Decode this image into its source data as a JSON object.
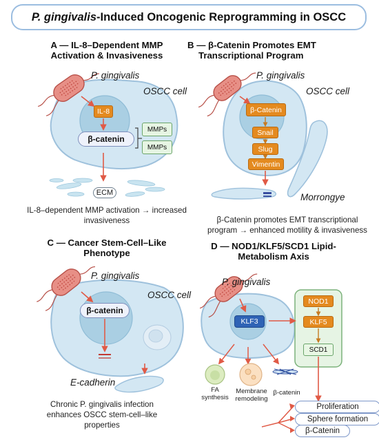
{
  "title": {
    "italic": "P. gingivalis",
    "rest": "-Induced Oncogenic Reprogramming in OSCC"
  },
  "panel_a": {
    "heading_line1": "A — IL-8–Dependent MMP",
    "heading_line2": "Activation & Invasiveness",
    "pathogen_label": "P. gingivalis",
    "cell_label": "OSCC cell",
    "il8": "IL-8",
    "beta_catenin": "β-catenin",
    "mmp_1": "MMPs",
    "mmp_2": "MMPs",
    "ecm": "ECM",
    "caption_line1": "IL-8–dependent MMP activation → increased",
    "caption_line2": "invasiveness"
  },
  "panel_b": {
    "heading_line1": "B — β-Catenin Promotes EMT",
    "heading_line2": "Transcriptional Program",
    "pathogen_label": "P. gingivalis",
    "cell_label": "OSCC cell",
    "beta_catenin": "β-Catenin",
    "snail": "Snail",
    "slug": "Slug",
    "vimentin": "Vimentin",
    "morph_label": "Morrongye",
    "caption_line1": "β-Catenin promotes EMT transcriptional",
    "caption_line2": "program → enhanced motility & invasiveness"
  },
  "panel_c": {
    "heading_line1": "C — Cancer Stem-Cell–Like",
    "heading_line2": "Phenotype",
    "pathogen_label": "P. gingivalis",
    "cell_label": "OSCC cell",
    "beta_catenin": "β-catenin",
    "ecadherin": "E-cadherin",
    "caption_line1": "Chronic P. gingivalis infection",
    "caption_line2": "enhances OSCC stem-cell–like",
    "caption_line3": "properties"
  },
  "panel_d": {
    "heading_line1": "D — NOD1/KLF5/SCD1 Lipid-",
    "heading_line2": "Metabolism Axis",
    "pathogen_label": "P. gingivalis",
    "klf3": "KLF3",
    "nod1": "NOD1",
    "klf5": "KLF5",
    "scd1": "SCD1",
    "fa_line1": "FA",
    "fa_line2": "synthesis",
    "membrane_line1": "Membrane",
    "membrane_line2": "remodeling",
    "beta_catenin": "β-catenin",
    "outcomes": [
      "Proliferation",
      "Sphere formation",
      "β-Catenin"
    ]
  },
  "colors": {
    "cell_fill": "#d3e7f3",
    "cell_stroke": "#9ec1dc",
    "nucleus": "#aacfe3",
    "bacterium": "#e78f86",
    "arrow": "#e05a46",
    "orange_box": "#e48a1f",
    "title_border": "#9bbde0"
  }
}
